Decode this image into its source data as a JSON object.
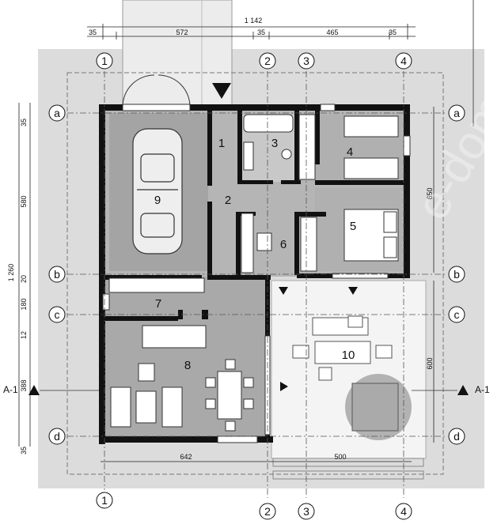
{
  "dimensions": {
    "overall_width": "1 142",
    "top_segments": [
      "35",
      "572",
      "35",
      "465",
      "35"
    ],
    "bottom_left": "642",
    "bottom_right": "500",
    "left_overall": "1 260",
    "left_segments": [
      "35",
      "580",
      "20",
      "180",
      "12",
      "388",
      "35"
    ],
    "right_upper": "650",
    "right_lower": "600"
  },
  "grid_columns": [
    "1",
    "2",
    "3",
    "4"
  ],
  "grid_rows": [
    "a",
    "b",
    "c",
    "d"
  ],
  "rooms": [
    "1",
    "2",
    "3",
    "4",
    "5",
    "6",
    "7",
    "8",
    "9",
    "10"
  ],
  "section": {
    "left": "A-1",
    "right": "A-1"
  },
  "watermark": "e-dom"
}
